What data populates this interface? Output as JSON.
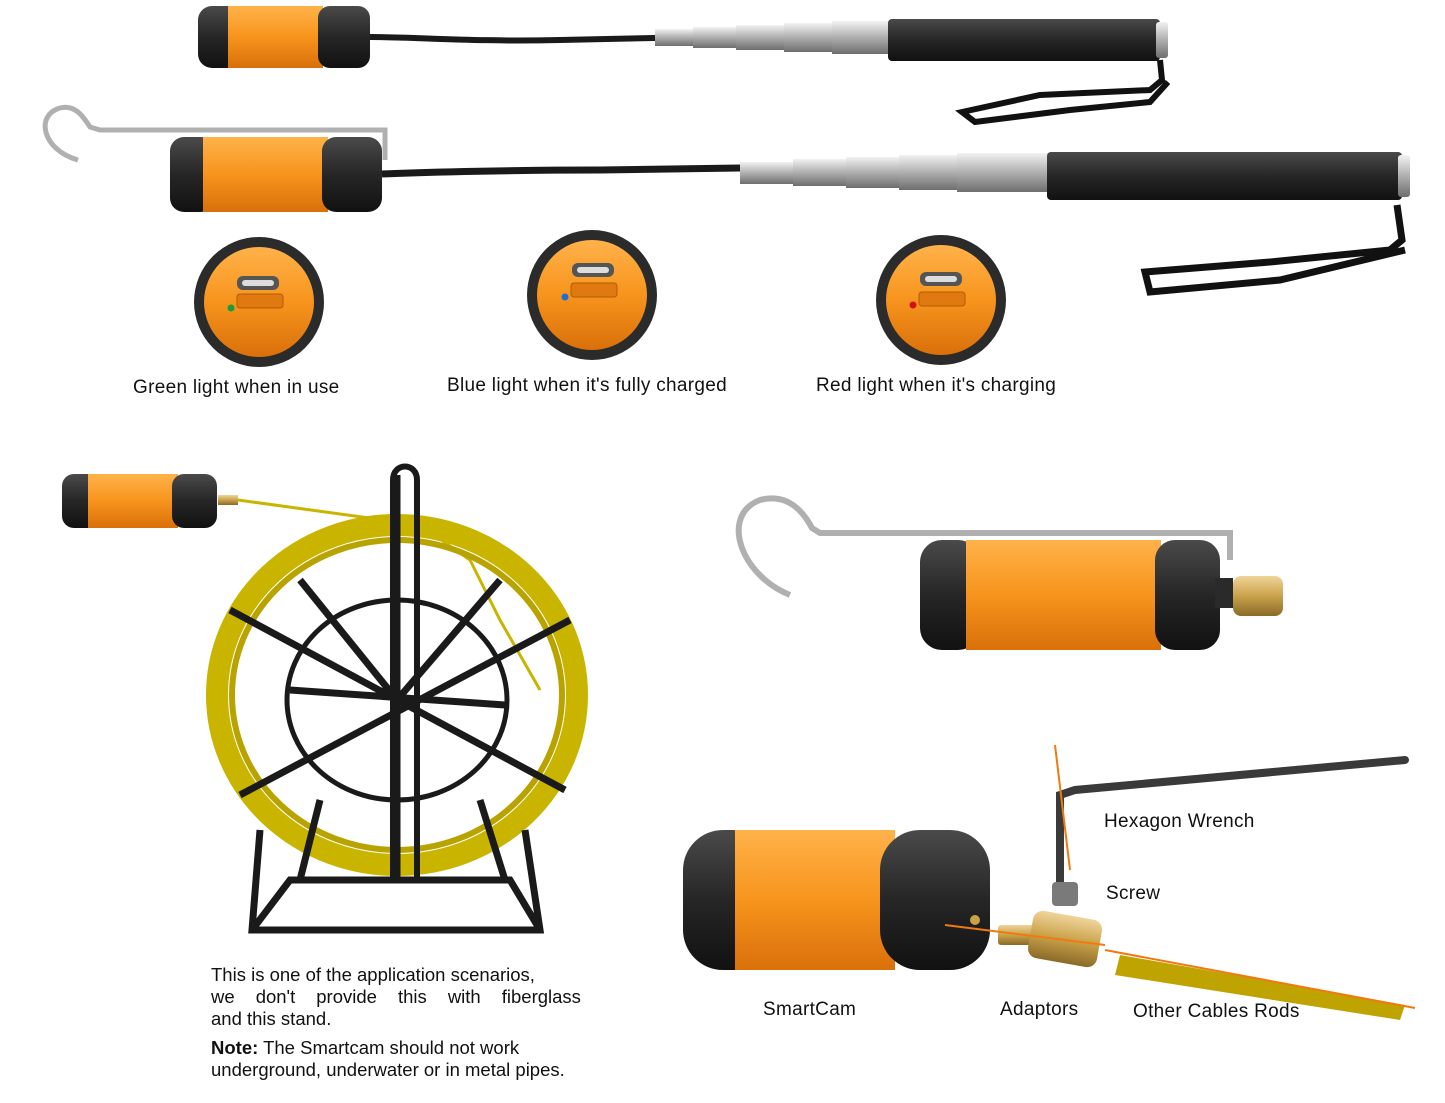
{
  "indicators": {
    "green": {
      "label": "Green light when in use",
      "led_color": "#1a9b3c"
    },
    "blue": {
      "label": "Blue light when it's fully charged",
      "led_color": "#1f6fd0"
    },
    "red": {
      "label": "Red light when it's charging",
      "led_color": "#d2121a"
    }
  },
  "reel": {
    "line1": "This is one of the application scenarios,",
    "line2_words": [
      "we",
      "don't",
      "provide",
      "this",
      "with",
      "fiberglass"
    ],
    "line3": "and this stand.",
    "note_label": "Note:",
    "note_text": " The Smartcam should not work",
    "note_line2": "underground, underwater or in metal pipes."
  },
  "parts": {
    "hex_wrench": "Hexagon Wrench",
    "screw": "Screw",
    "smartcam": "SmartCam",
    "adaptors": "Adaptors",
    "rods": "Other Cables Rods"
  },
  "colors": {
    "orange": "#f7941d",
    "body_black": "#2a2a2a",
    "fiberglass": "#c9b400",
    "brass": "#c9a24a",
    "leader_line": "#f07a10"
  }
}
